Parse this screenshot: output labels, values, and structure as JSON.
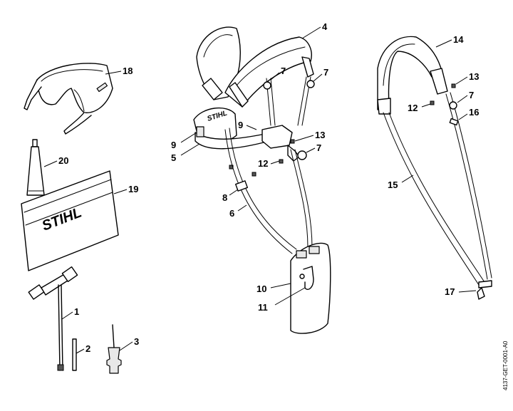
{
  "labels": {
    "p1": "1",
    "p2": "2",
    "p3": "3",
    "p4": "4",
    "p5": "5",
    "p6": "6",
    "p7a": "7",
    "p7b": "7",
    "p7c": "7",
    "p7d": "7",
    "p8": "8",
    "p9a": "9",
    "p9b": "9",
    "p10": "10",
    "p11": "11",
    "p12a": "12",
    "p12b": "12",
    "p13a": "13",
    "p13b": "13",
    "p14": "14",
    "p15": "15",
    "p16": "16",
    "p17": "17",
    "p18": "18",
    "p19": "19",
    "p20": "20"
  },
  "branding": {
    "pouch_logo": "STIHL",
    "harness_logo": "STIHL"
  },
  "reference_code": "4137-GET-0001-A0"
}
